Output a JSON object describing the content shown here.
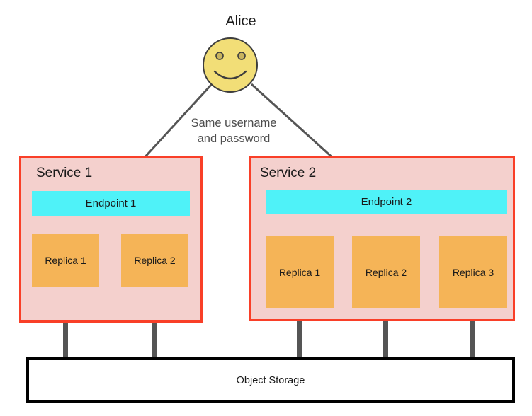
{
  "diagram": {
    "actor": {
      "label": "Alice",
      "icon": "smiley-face-icon"
    },
    "arrow_caption": {
      "line1": "Same username",
      "line2": "and password"
    },
    "services": [
      {
        "id": "service-1",
        "title": "Service 1",
        "endpoint": "Endpoint 1",
        "replicas": [
          "Replica 1",
          "Replica 2"
        ]
      },
      {
        "id": "service-2",
        "title": "Service 2",
        "endpoint": "Endpoint 2",
        "replicas": [
          "Replica 1",
          "Replica 2",
          "Replica 3"
        ]
      }
    ],
    "storage": {
      "label": "Object Storage"
    },
    "colors": {
      "service_border": "#f93f28",
      "service_fill": "#f4d0cd",
      "endpoint_fill": "#4ff2f8",
      "replica_fill": "#f5b457",
      "connector": "#555555",
      "arrow": "#555555",
      "face_fill": "#f2de77",
      "face_stroke": "#3d3d3d",
      "storage_border": "#000000",
      "storage_fill": "#ffffff",
      "text": "#1a1a1a",
      "caption_text": "#4d4d4d"
    }
  }
}
